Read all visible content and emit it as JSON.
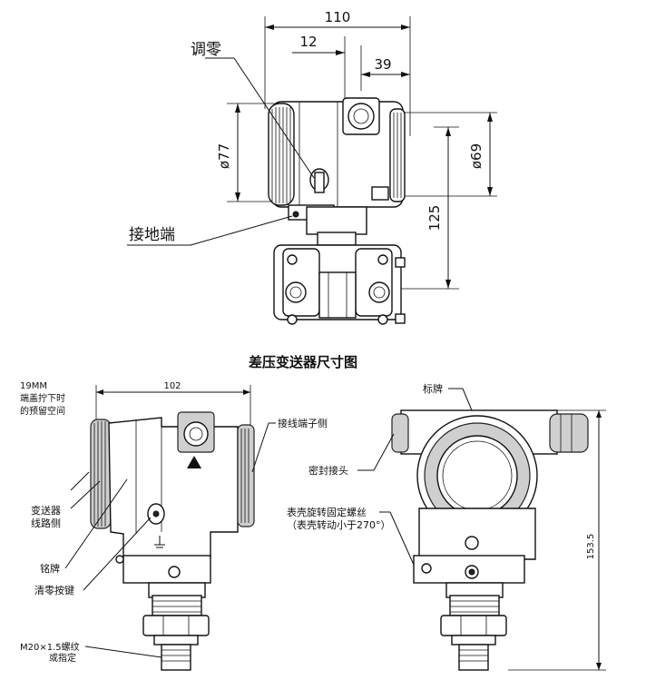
{
  "top_drawing": {
    "dim_width": "110",
    "dim_12": "12",
    "dim_39": "39",
    "dim_d77": "ø77",
    "dim_d69": "ø69",
    "dim_125": "125",
    "label_zero_adjust": "调零",
    "label_ground_terminal": "接地端"
  },
  "title": "差压变送器尺寸图",
  "bottom_left": {
    "dim_102": "102",
    "note_line1": "19MM",
    "note_line2": "端盖拧下时",
    "note_line3": "的预留空间",
    "label_circuit_side_1": "变送器",
    "label_circuit_side_2": "线路侧",
    "label_nameplate": "铭牌",
    "label_zero_button": "清零按键",
    "label_thread_1": "M20×1.5螺纹",
    "label_thread_2": "或指定",
    "label_terminal_side": "接线端子侧"
  },
  "bottom_right": {
    "label_tag": "标牌",
    "label_seal_joint": "密封接头",
    "label_housing_screw_1": "表壳旋转固定螺丝",
    "label_housing_screw_2": "（表壳转动小于270°）",
    "dim_153_5": "153.5"
  }
}
